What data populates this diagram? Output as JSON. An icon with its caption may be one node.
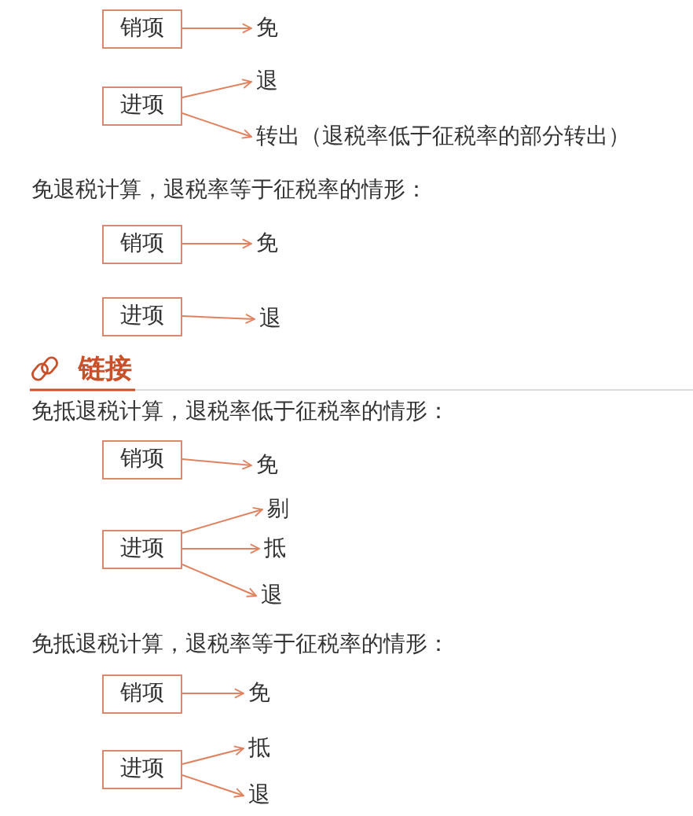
{
  "diagram": {
    "nodes": [
      {
        "text": [
          "销项"
        ]
      },
      {
        "text": [
          "免"
        ]
      },
      {
        "text": [
          "进项"
        ]
      },
      {
        "text": [
          "退"
        ]
      },
      {
        "text": [
          "转出（退税率低于征税率的部分转出）"
        ]
      },
      {
        "text": [
          "销项"
        ]
      },
      {
        "text": [
          "免"
        ]
      },
      {
        "text": [
          "进项"
        ]
      },
      {
        "text": [
          "退"
        ]
      },
      {
        "text": [
          "销项"
        ]
      },
      {
        "text": [
          "免"
        ]
      },
      {
        "text": [
          "进项"
        ]
      },
      {
        "text": [
          "剔"
        ]
      },
      {
        "text": [
          "抵"
        ]
      },
      {
        "text": [
          "退"
        ]
      },
      {
        "text": [
          "销项"
        ]
      },
      {
        "text": [
          "免"
        ]
      },
      {
        "text": [
          "进项"
        ]
      },
      {
        "text": [
          "抵"
        ]
      },
      {
        "text": [
          "退"
        ]
      }
    ],
    "edges": [
      {
        "from": 0,
        "to": 1,
        "arrow": "to"
      },
      {
        "from": 2,
        "to": 3,
        "arrow": "to"
      },
      {
        "from": 2,
        "to": 4,
        "arrow": "to"
      },
      {
        "from": 5,
        "to": 6,
        "arrow": "to"
      },
      {
        "from": 7,
        "to": 8,
        "arrow": "to"
      },
      {
        "from": 9,
        "to": 10,
        "arrow": "to"
      },
      {
        "from": 11,
        "to": 12,
        "arrow": "to"
      },
      {
        "from": 11,
        "to": 13,
        "arrow": "to"
      },
      {
        "from": 11,
        "to": 14,
        "arrow": "to"
      },
      {
        "from": 15,
        "to": 16,
        "arrow": "to"
      },
      {
        "from": 17,
        "to": 18,
        "arrow": "to"
      },
      {
        "from": 17,
        "to": 19,
        "arrow": "to"
      }
    ],
    "labels": [
      "免退税计算，退税率等于征税率的情形：",
      "链接",
      "免抵退税计算，退税率低于征税率的情形：",
      "免抵退税计算，退税率等于征税率的情形："
    ]
  }
}
